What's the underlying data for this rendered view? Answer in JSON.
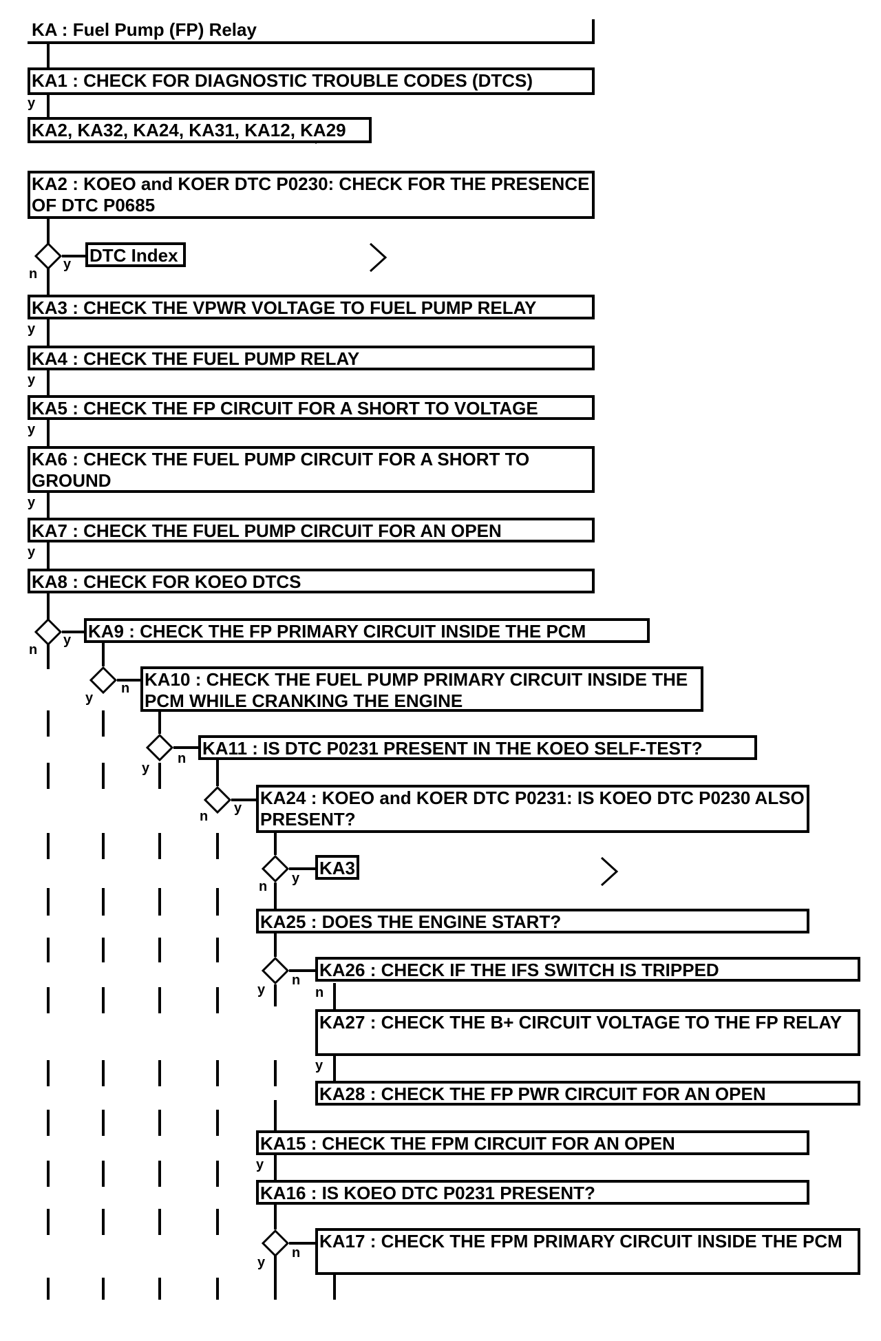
{
  "title": "KA : Fuel Pump (FP) Relay",
  "steps": {
    "ka1": "KA1 : CHECK FOR DIAGNOSTIC TROUBLE CODES (DTCS)",
    "ka_links": "KA2, KA32, KA24, KA31, KA12, KA29",
    "ka2": "KA2 : KOEO and KOER DTC P0230: CHECK FOR THE PRESENCE OF DTC P0685",
    "dtc_index": "DTC Index",
    "ka3": "KA3 : CHECK THE VPWR VOLTAGE TO FUEL PUMP RELAY",
    "ka4": "KA4 : CHECK THE FUEL PUMP RELAY",
    "ka5": "KA5 : CHECK THE FP CIRCUIT FOR A SHORT TO VOLTAGE",
    "ka6": "KA6 : CHECK THE FUEL PUMP CIRCUIT FOR A SHORT TO GROUND",
    "ka7": "KA7 : CHECK THE FUEL PUMP CIRCUIT FOR AN OPEN",
    "ka8": "KA8 : CHECK FOR KOEO DTCS",
    "ka9": "KA9 : CHECK THE FP PRIMARY CIRCUIT INSIDE THE PCM",
    "ka10": "KA10 : CHECK THE FUEL PUMP PRIMARY CIRCUIT INSIDE THE PCM WHILE CRANKING THE ENGINE",
    "ka11": "KA11 : IS DTC P0231 PRESENT IN THE KOEO SELF-TEST?",
    "ka24": "KA24 : KOEO and KOER DTC P0231: IS KOEO DTC P0230 ALSO PRESENT?",
    "ka3_link": "KA3",
    "ka25": "KA25 : DOES THE ENGINE START?",
    "ka26": "KA26 : CHECK IF THE IFS SWITCH IS TRIPPED",
    "ka27": "KA27 : CHECK THE B+ CIRCUIT VOLTAGE TO THE FP RELAY",
    "ka28": "KA28 : CHECK THE FP PWR CIRCUIT FOR AN OPEN",
    "ka15": "KA15 : CHECK THE FPM CIRCUIT FOR AN OPEN",
    "ka16": "KA16 : IS KOEO DTC P0231 PRESENT?",
    "ka17": "KA17 : CHECK THE FPM PRIMARY CIRCUIT INSIDE THE PCM"
  },
  "branch_labels": {
    "yes": "y",
    "no": "n"
  }
}
